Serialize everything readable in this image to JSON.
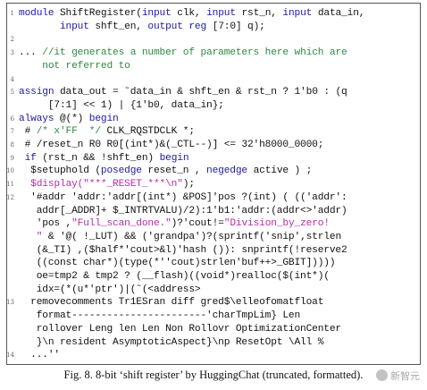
{
  "figure": {
    "caption": "Fig. 8.  8-bit ‘shift register’ by HuggingChat (truncated, formatted).",
    "watermark": "新智元",
    "colors": {
      "keyword": "#1c1aa6",
      "comment": "#2b8a3e",
      "string": "#b42ea8",
      "text": "#111111"
    },
    "lines": [
      {
        "n": "1",
        "segs": [
          {
            "t": "module",
            "c": "kw"
          },
          {
            "t": " ShiftRegister(",
            "c": "dk"
          },
          {
            "t": "input",
            "c": "kw"
          },
          {
            "t": " clk, ",
            "c": "dk"
          },
          {
            "t": "input",
            "c": "kw"
          },
          {
            "t": " rst_n, ",
            "c": "dk"
          },
          {
            "t": "input",
            "c": "kw"
          },
          {
            "t": " data_in,",
            "c": "dk"
          }
        ]
      },
      {
        "n": "",
        "segs": [
          {
            "t": "       ",
            "c": "dk"
          },
          {
            "t": "input",
            "c": "kw"
          },
          {
            "t": " shft_en, ",
            "c": "dk"
          },
          {
            "t": "output reg",
            "c": "kw"
          },
          {
            "t": " [7:0] q);",
            "c": "dk"
          }
        ]
      },
      {
        "n": "2",
        "segs": []
      },
      {
        "n": "3",
        "segs": [
          {
            "t": "... ",
            "c": "dk"
          },
          {
            "t": "//it generates a number of parameters here which are",
            "c": "cm"
          }
        ]
      },
      {
        "n": "",
        "segs": [
          {
            "t": "    not referred to",
            "c": "cm"
          }
        ]
      },
      {
        "n": "4",
        "segs": []
      },
      {
        "n": "5",
        "segs": [
          {
            "t": "assign",
            "c": "kw"
          },
          {
            "t": " data_out = ˜data_in & shft_en & rst_n ? 1'b0 : (q",
            "c": "dk"
          }
        ]
      },
      {
        "n": "",
        "segs": [
          {
            "t": "     [7:1] << 1) | {1'b0, data_in};",
            "c": "dk"
          }
        ]
      },
      {
        "n": "6",
        "segs": [
          {
            "t": "always",
            "c": "kw"
          },
          {
            "t": " @(*) ",
            "c": "dk"
          },
          {
            "t": "begin",
            "c": "kw"
          }
        ]
      },
      {
        "n": "7",
        "segs": [
          {
            "t": " # ",
            "c": "dk"
          },
          {
            "t": "/* x'FF  */",
            "c": "cm"
          },
          {
            "t": " CLK_RQSTDCLK *;",
            "c": "dk"
          }
        ]
      },
      {
        "n": "8",
        "segs": [
          {
            "t": " # /reset_n R0 R0[(int*)&(_CTL--)] <= 32'h8000_0000;",
            "c": "dk"
          }
        ]
      },
      {
        "n": "9",
        "segs": [
          {
            "t": " ",
            "c": "dk"
          },
          {
            "t": "if",
            "c": "kw"
          },
          {
            "t": " (rst_n && !shft_en) ",
            "c": "dk"
          },
          {
            "t": "begin",
            "c": "kw"
          }
        ]
      },
      {
        "n": "10",
        "segs": [
          {
            "t": "  $setuphold (",
            "c": "dk"
          },
          {
            "t": "posedge",
            "c": "kw"
          },
          {
            "t": " reset_n , ",
            "c": "dk"
          },
          {
            "t": "negedge",
            "c": "kw"
          },
          {
            "t": " active ) ;",
            "c": "dk"
          }
        ]
      },
      {
        "n": "11",
        "segs": [
          {
            "t": "  $display(",
            "c": "st"
          },
          {
            "t": "\"***_RESET_***\\n\"",
            "c": "st"
          },
          {
            "t": ");",
            "c": "dk"
          }
        ]
      },
      {
        "n": "12",
        "segs": [
          {
            "t": "  '#addr 'addr:'addr[(int*) &POS]'pos ?(int) ( (('addr':",
            "c": "dk"
          }
        ]
      },
      {
        "n": "",
        "segs": [
          {
            "t": "   addr[_ADDR]+ $_INTRTVALU)/2):1'b1:'addr:(addr<>'addr)",
            "c": "dk"
          }
        ]
      },
      {
        "n": "",
        "segs": [
          {
            "t": "   'pos ,",
            "c": "dk"
          },
          {
            "t": "\"Full_scan_done.\"",
            "c": "st"
          },
          {
            "t": ")?'cout!=",
            "c": "dk"
          },
          {
            "t": "\"Division_by_zero!",
            "c": "st"
          }
        ]
      },
      {
        "n": "",
        "segs": [
          {
            "t": "   \"",
            "c": "st"
          },
          {
            "t": " & '@( !_LUT) && ('grandpa')?(sprintf('snip',strlen",
            "c": "dk"
          }
        ]
      },
      {
        "n": "",
        "segs": [
          {
            "t": "   (&_TI) ,($half*'cout>&l)'hash ()): snprintf(!reserve2",
            "c": "dk"
          }
        ]
      },
      {
        "n": "",
        "segs": [
          {
            "t": "   ((const char*)(type(*''cout)strlen'buf++>_GBIT]))))",
            "c": "dk"
          }
        ]
      },
      {
        "n": "",
        "segs": [
          {
            "t": "   oe=tmp2 & tmp2 ? (__flash)((void*)realloc($(int*)(",
            "c": "dk"
          }
        ]
      },
      {
        "n": "",
        "segs": [
          {
            "t": "   idx=(*(u*'ptr')|(˜(<address>",
            "c": "dk"
          }
        ]
      },
      {
        "n": "13",
        "segs": [
          {
            "t": "  removecomments Tr1ESran diff gred$\\elleofomatfloat",
            "c": "dk"
          }
        ]
      },
      {
        "n": "",
        "segs": [
          {
            "t": "   format-----------------------'charTmpLim} Len",
            "c": "dk"
          }
        ]
      },
      {
        "n": "",
        "segs": [
          {
            "t": "   rollover Leng len Len Non Rollovr OptimizationCenter",
            "c": "dk"
          }
        ]
      },
      {
        "n": "",
        "segs": [
          {
            "t": "   }\\n resident AsymptoticAspect}\\np ResetOpt \\All %",
            "c": "dk"
          }
        ]
      },
      {
        "n": "14",
        "segs": [
          {
            "t": "  ...''",
            "c": "dk"
          }
        ]
      }
    ]
  }
}
